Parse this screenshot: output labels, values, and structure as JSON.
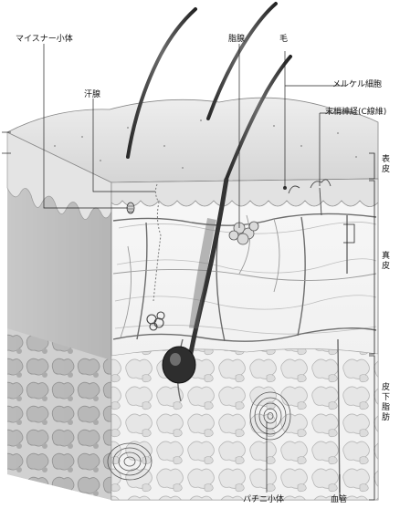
{
  "labels": {
    "meissner": "マイスナー小体",
    "sweat_gland": "汗腺",
    "sebaceous_gland": "脂腺",
    "hair": "毛",
    "merkel_cell": "メルケル細胞",
    "nerve_ending": "末梢神経(C線維)",
    "pacinian": "パチニ小体",
    "blood_vessel": "血管"
  },
  "layers": {
    "epidermis": "表皮",
    "dermis": "真皮",
    "subcutis": "皮下脂肪"
  },
  "icons": {
    "diagram": "skin-cross-section-illustration"
  }
}
